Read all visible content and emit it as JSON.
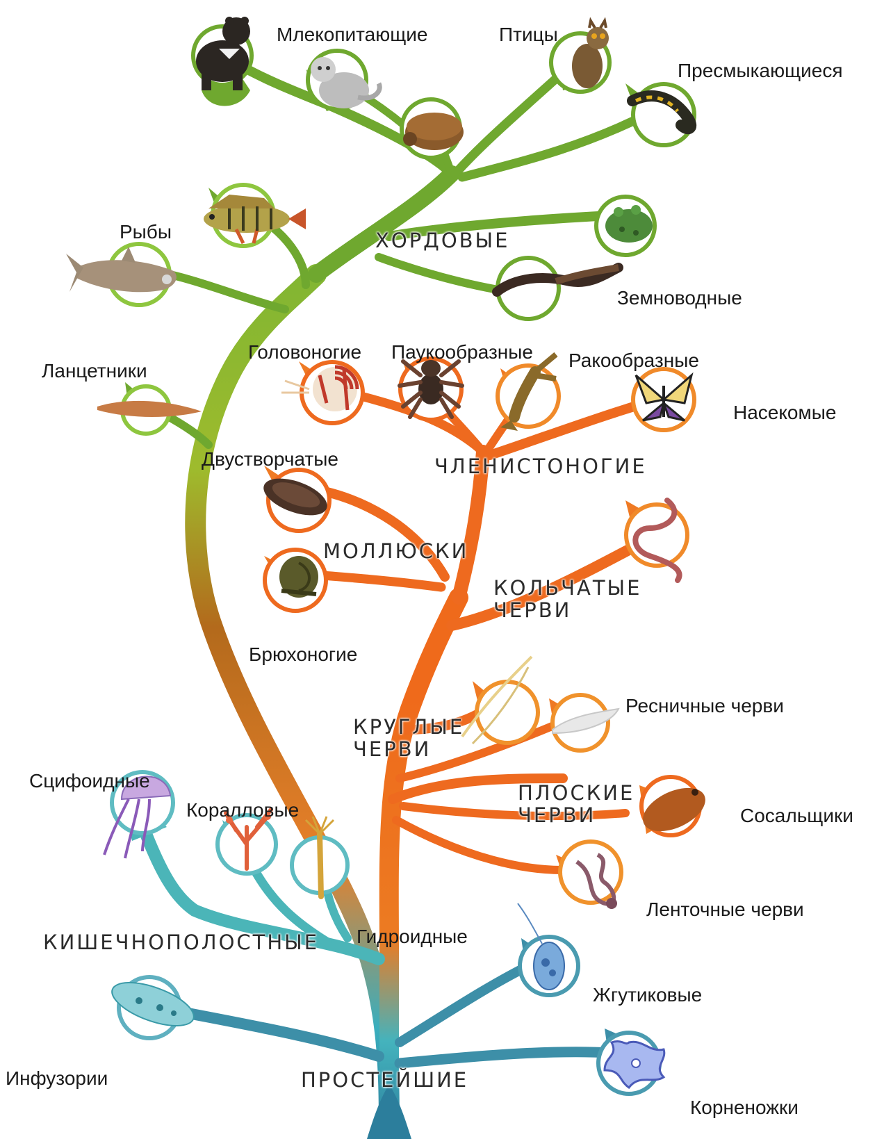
{
  "groups": {
    "chordates": "ХОРДОВЫЕ",
    "arthropods": "ЧЛЕНИСТОНОГИЕ",
    "molluscs": "МОЛЛЮСКИ",
    "annelids": "КОЛЬЧАТЫЕ\nЧЕРВИ",
    "roundworms": "КРУГЛЫЕ\nЧЕРВИ",
    "flatworms": "ПЛОСКИЕ\nЧЕРВИ",
    "cnidarians": "КИШЕЧНОПОЛОСТНЫЕ",
    "protozoa": "ПРОСТЕЙШИЕ"
  },
  "taxa": {
    "mammals": "Млекопитающие",
    "birds": "Птицы",
    "reptiles": "Пресмыкающиеся",
    "fish": "Рыбы",
    "amphibians": "Земноводные",
    "lancelets": "Ланцетники",
    "cephalopods": "Головоногие",
    "arachnids": "Паукообразные",
    "crustaceans": "Ракообразные",
    "insects": "Насекомые",
    "bivalves": "Двустворчатые",
    "gastropods": "Брюхоногие",
    "turbellarians": "Ресничные черви",
    "flukes": "Сосальщики",
    "tapeworms": "Ленточные черви",
    "scyphozoa": "Сцифоидные",
    "corals": "Коралловые",
    "hydrozoa": "Гидроидные",
    "flagellates": "Жгутиковые",
    "ciliates": "Инфузории",
    "rhizopods": "Корненожки"
  },
  "colors": {
    "chordates": "#6fa82f",
    "invertebrates": "#ee6a1f",
    "cnidarians": "#4bb5b8",
    "protozoa": "#3d8fa8"
  }
}
